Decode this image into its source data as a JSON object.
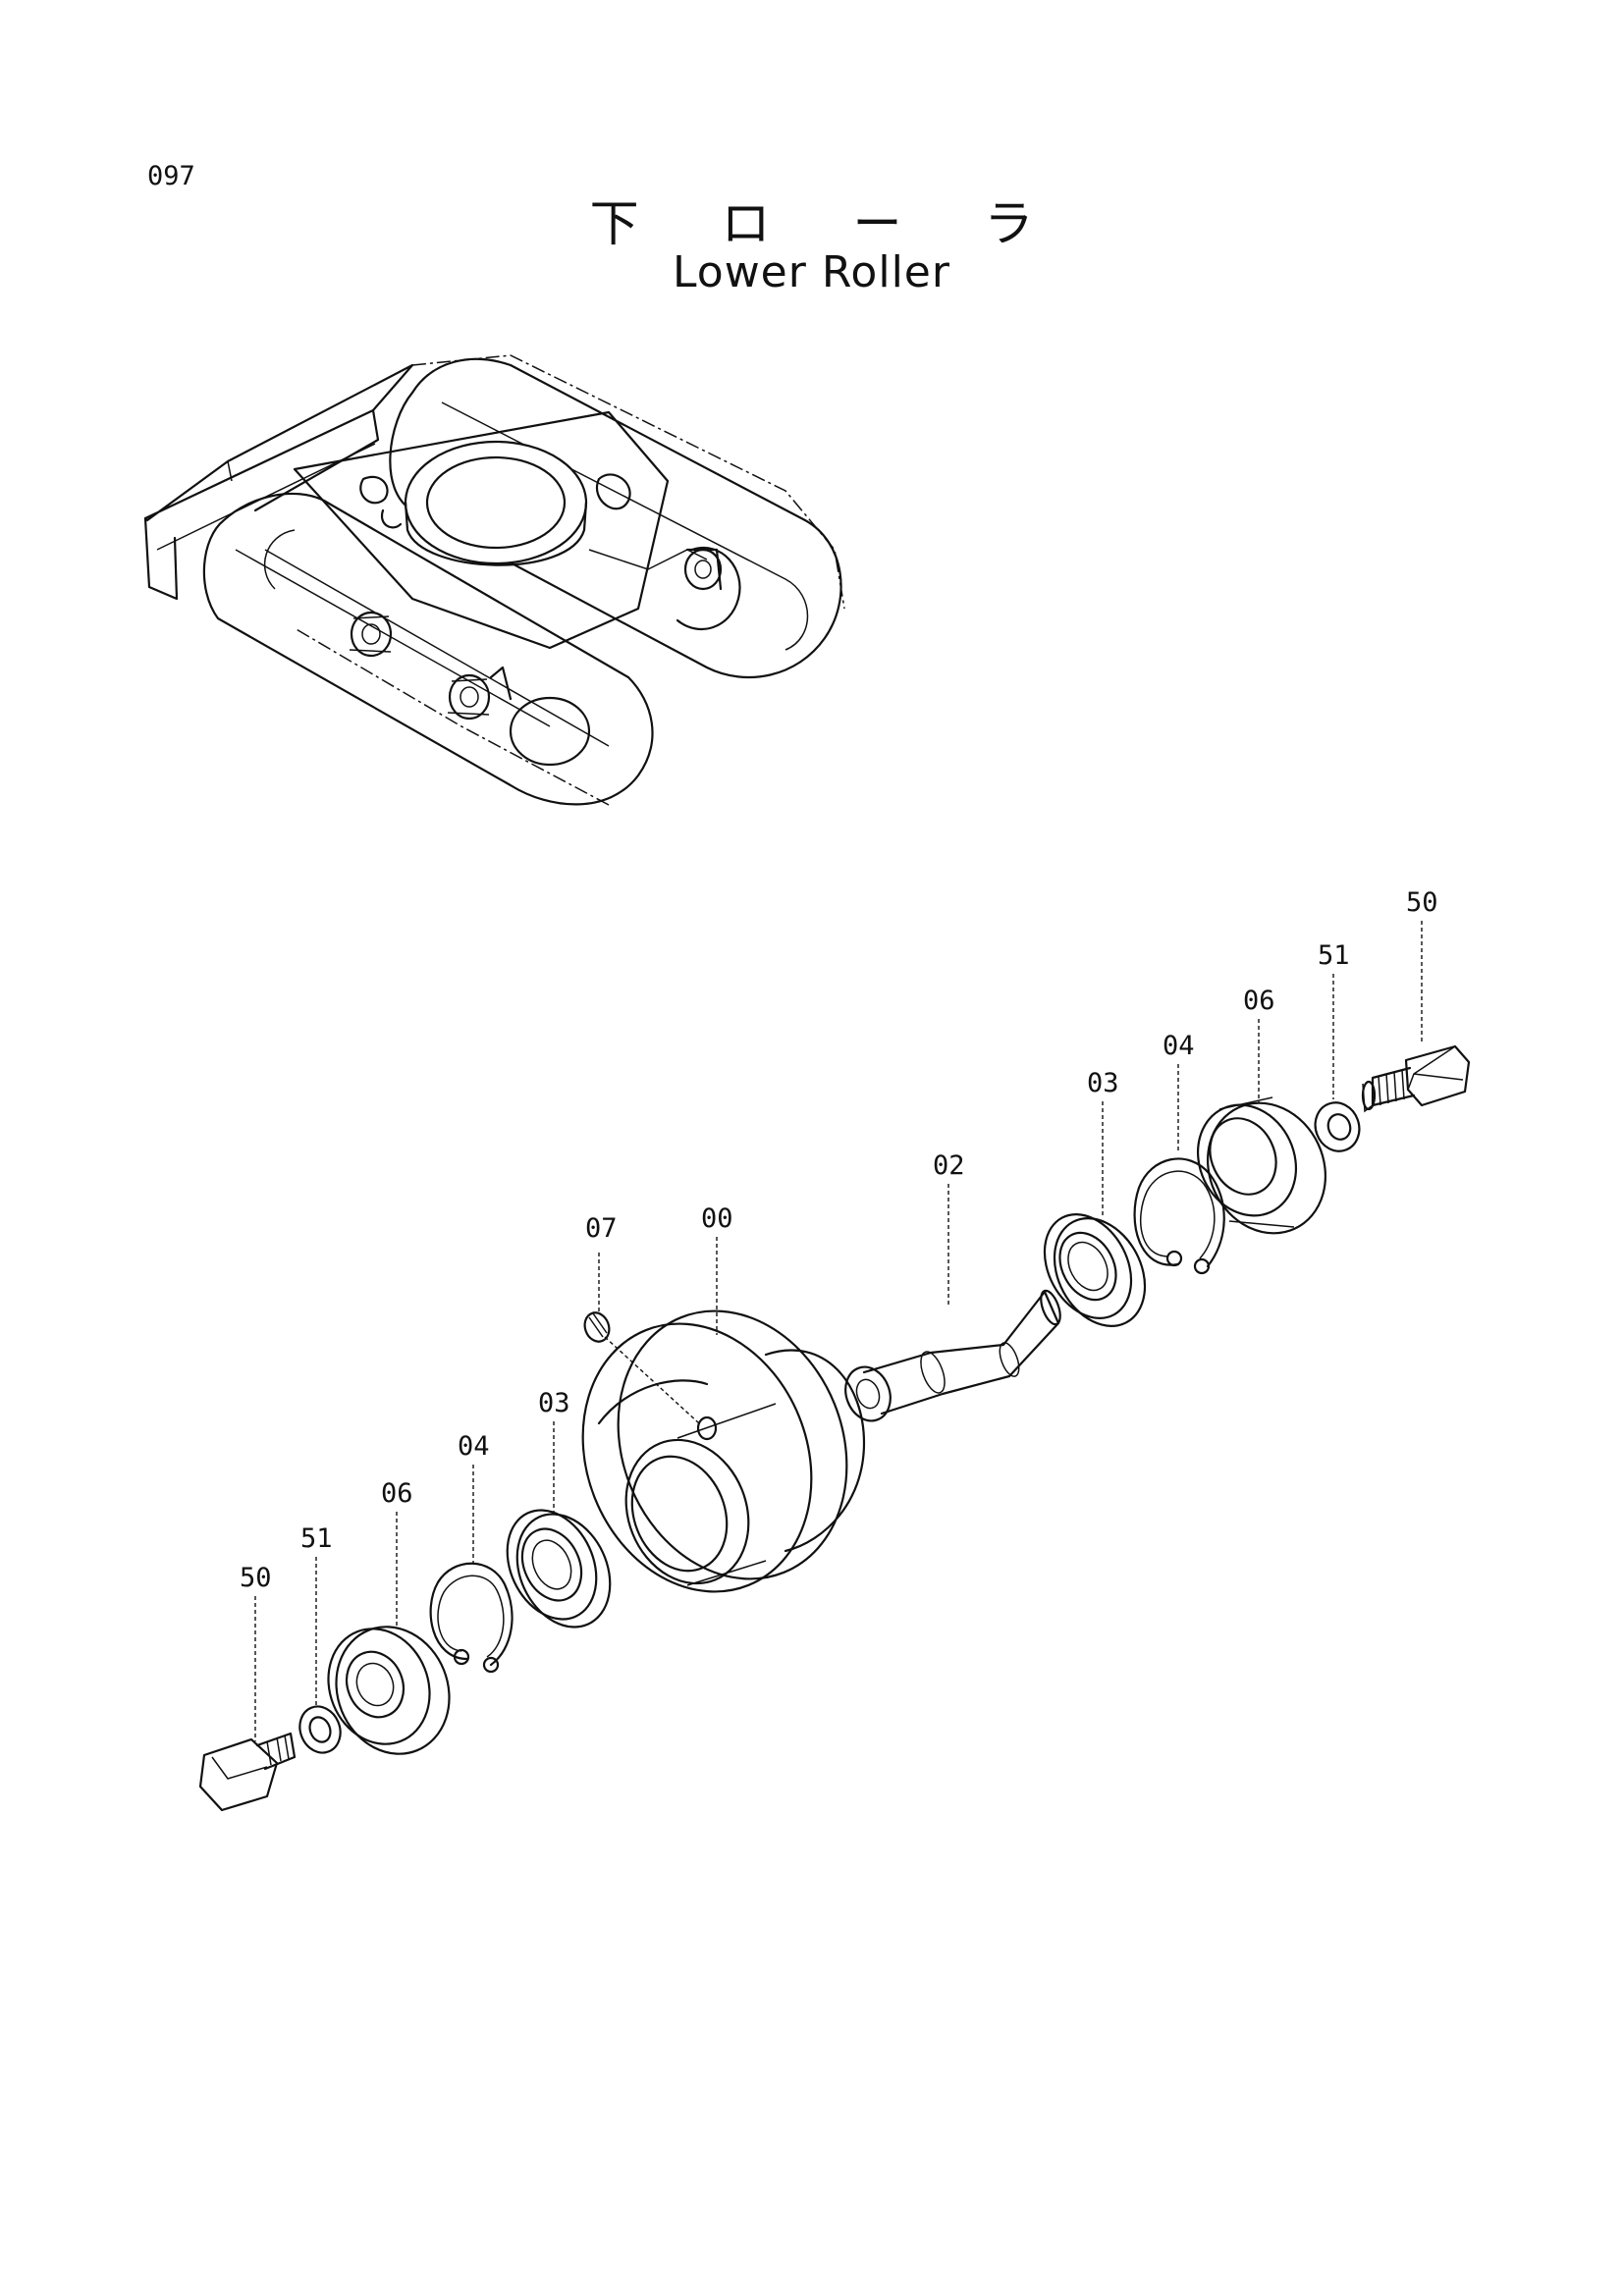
{
  "page": {
    "number": "097",
    "title_jp": "下 ロ ー ラ",
    "title_en": "Lower Roller"
  },
  "callouts": {
    "c50_right": "50",
    "c51_right": "51",
    "c06_right": "06",
    "c04_right": "04",
    "c03_right": "03",
    "c02": "02",
    "c00": "00",
    "c07": "07",
    "c03_left": "03",
    "c04_left": "04",
    "c06_left": "06",
    "c51_left": "51",
    "c50_left": "50"
  }
}
